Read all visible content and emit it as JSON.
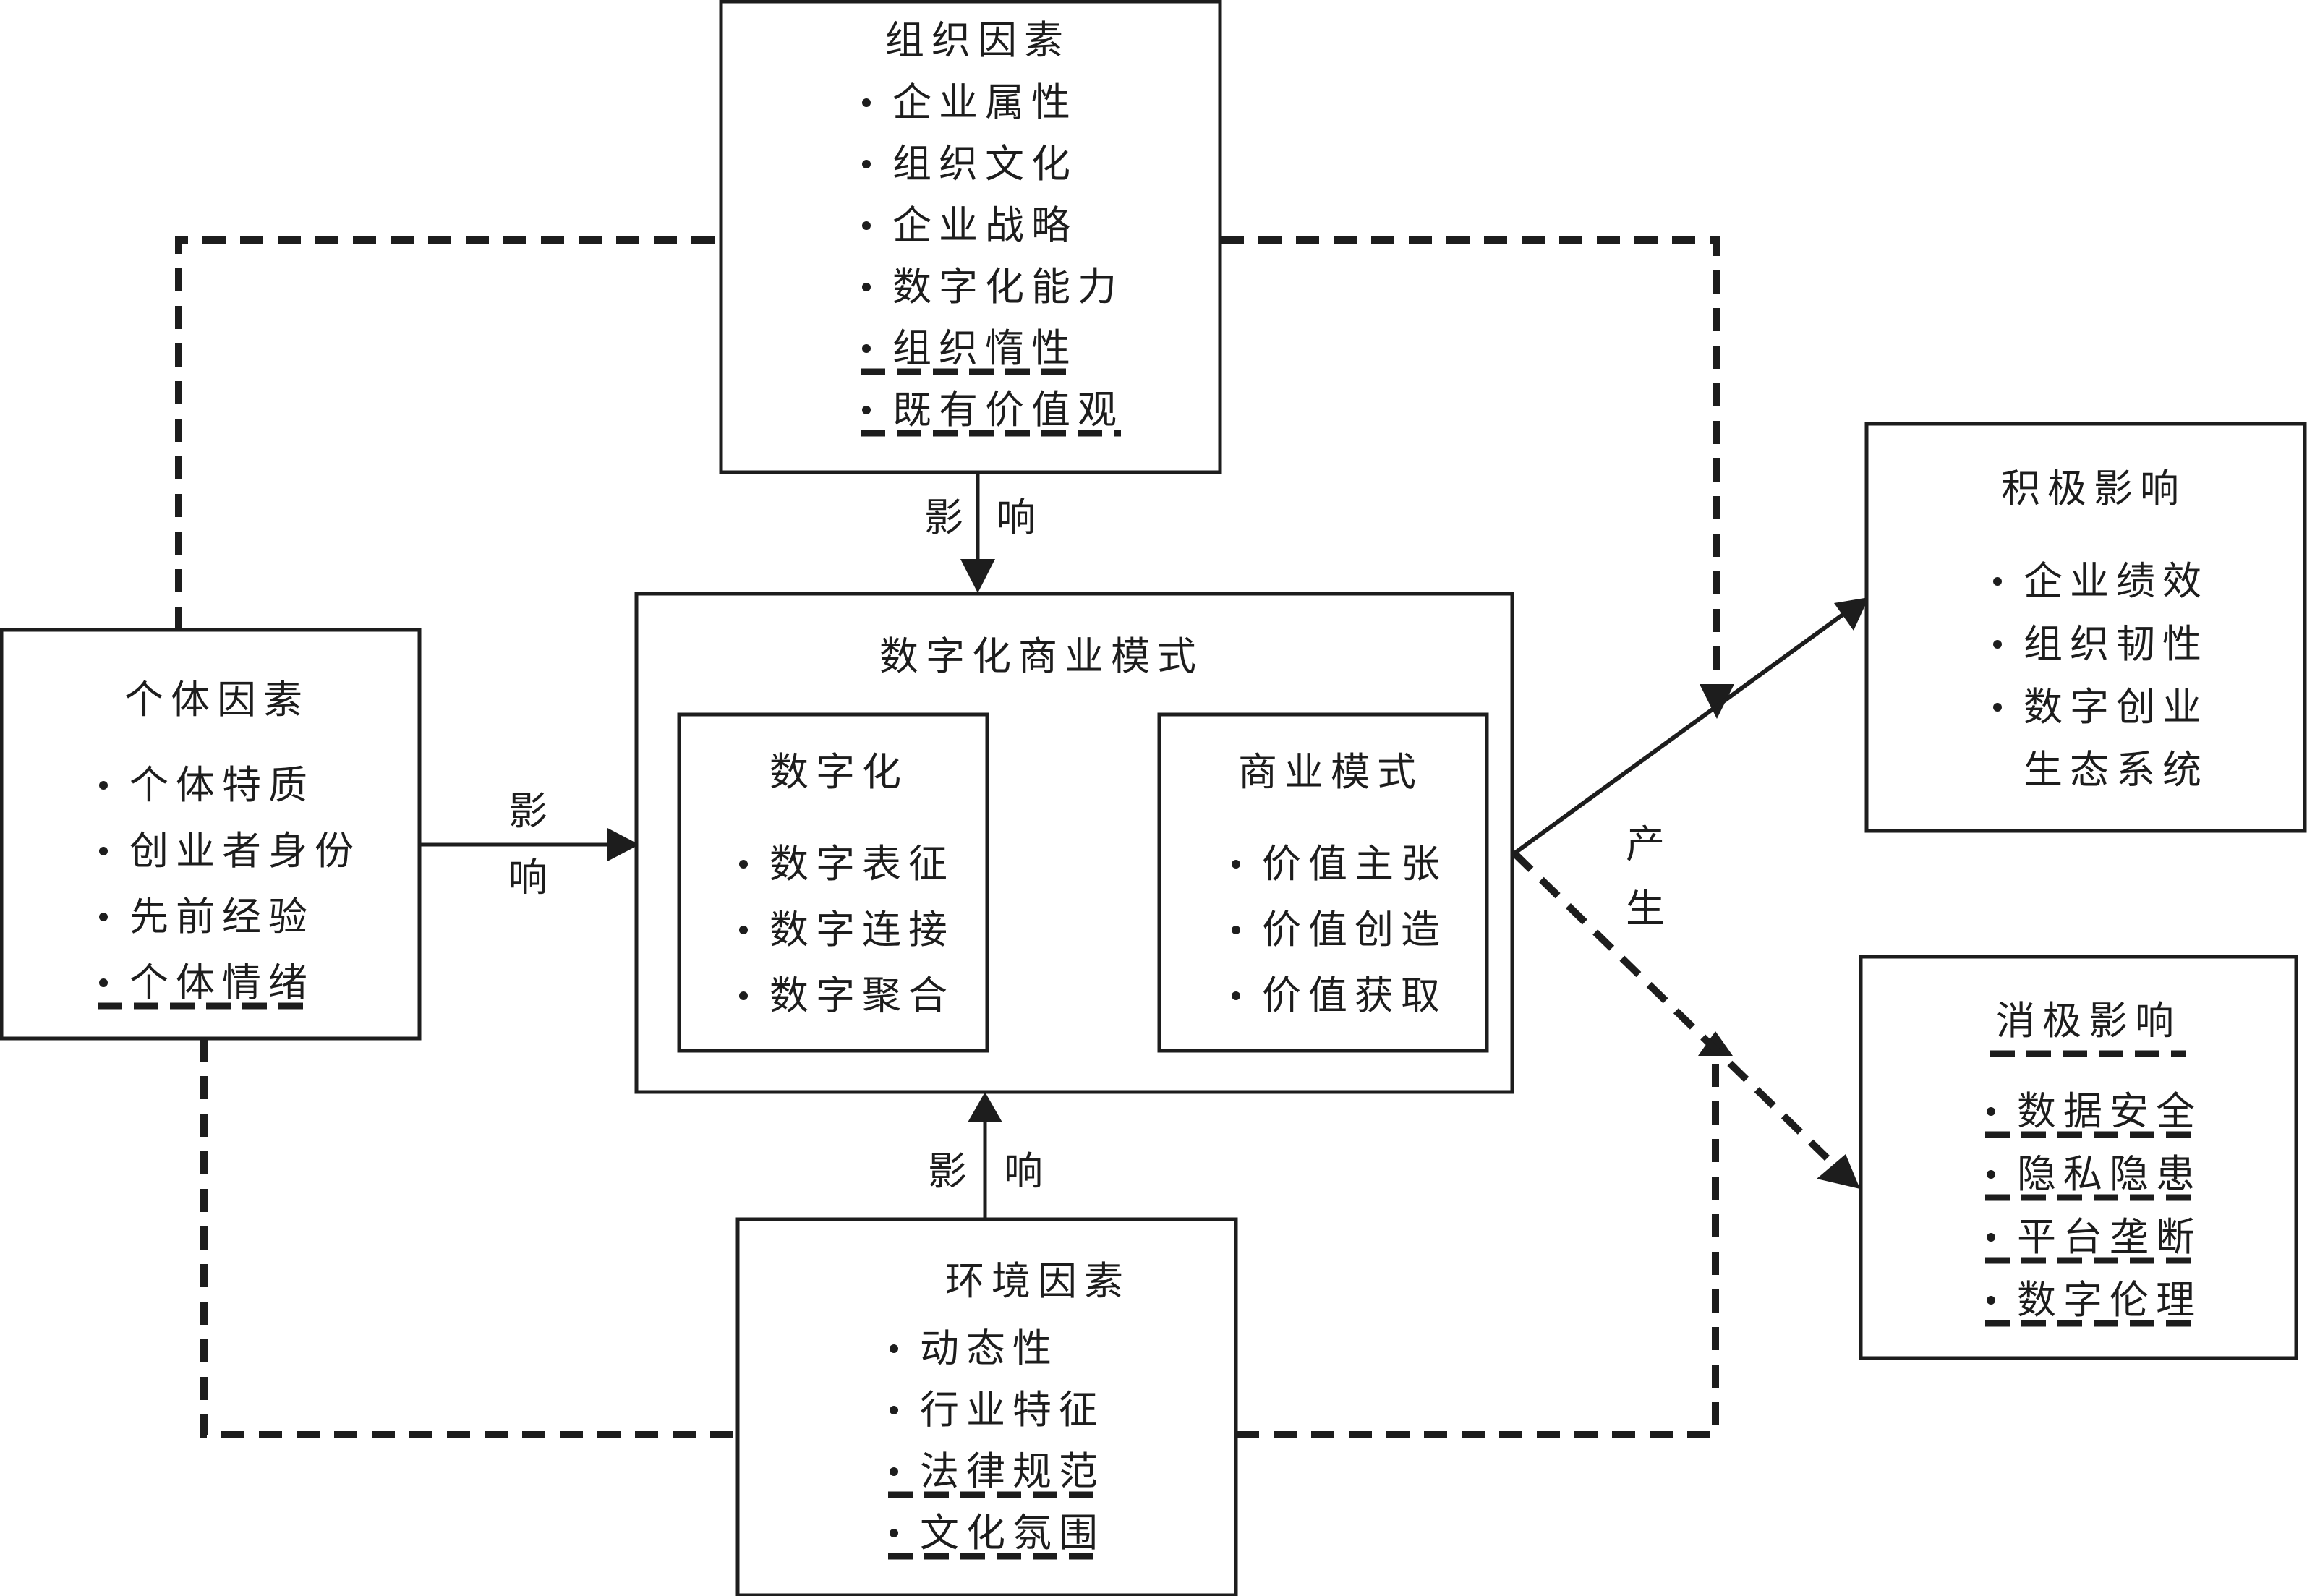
{
  "diagram": {
    "organization": {
      "title": "组织因素",
      "items": [
        {
          "text": "企业属性",
          "dashed": false
        },
        {
          "text": "组织文化",
          "dashed": false
        },
        {
          "text": "企业战略",
          "dashed": false
        },
        {
          "text": "数字化能力",
          "dashed": false
        },
        {
          "text": "组织惰性",
          "dashed": true
        },
        {
          "text": "既有价值观",
          "dashed": true
        }
      ]
    },
    "individual": {
      "title": "个体因素",
      "items": [
        {
          "text": "个体特质",
          "dashed": false
        },
        {
          "text": "创业者身份",
          "dashed": false
        },
        {
          "text": "先前经验",
          "dashed": false
        },
        {
          "text": "个体情绪",
          "dashed": true
        }
      ]
    },
    "environment": {
      "title": "环境因素",
      "items": [
        {
          "text": "动态性",
          "dashed": false
        },
        {
          "text": "行业特征",
          "dashed": false
        },
        {
          "text": "法律规范",
          "dashed": true
        },
        {
          "text": "文化氛围",
          "dashed": true
        }
      ]
    },
    "center": {
      "title": "数字化商业模式",
      "digitalization": {
        "title": "数字化",
        "items": [
          "数字表征",
          "数字连接",
          "数字聚合"
        ]
      },
      "business_model": {
        "title": "商业模式",
        "items": [
          "价值主张",
          "价值创造",
          "价值获取"
        ]
      }
    },
    "positive": {
      "title": "积极影响",
      "items": [
        "企业绩效",
        "组织韧性",
        "数字创业",
        "生态系统"
      ]
    },
    "negative": {
      "title": "消极影响",
      "title_dashed": true,
      "items": [
        {
          "text": "数据安全",
          "dashed": true
        },
        {
          "text": "隐私隐患",
          "dashed": true
        },
        {
          "text": "平台垄断",
          "dashed": true
        },
        {
          "text": "数字伦理",
          "dashed": true
        }
      ]
    },
    "labels": {
      "influence_top_1": "影",
      "influence_top_2": "响",
      "influence_left_1": "影",
      "influence_left_2": "响",
      "influence_bottom_1": "影",
      "influence_bottom_2": "响",
      "produce_1": "产",
      "produce_2": "生"
    },
    "bullet": "•"
  }
}
